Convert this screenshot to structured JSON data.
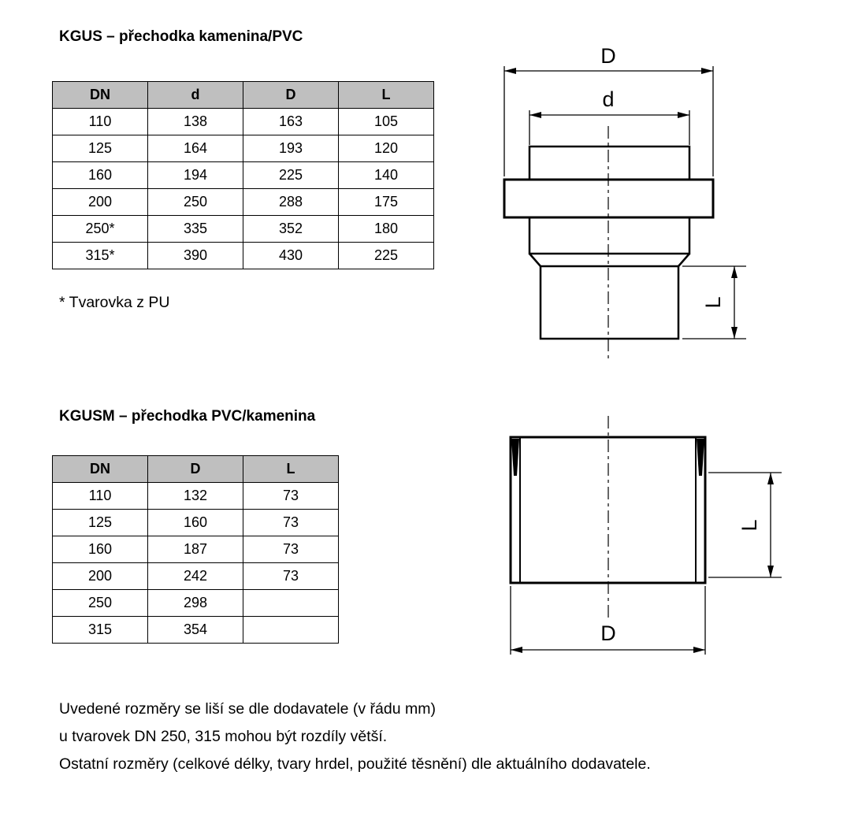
{
  "section1": {
    "title": "KGUS – přechodka kamenina/PVC",
    "table": {
      "headers": [
        "DN",
        "d",
        "D",
        "L"
      ],
      "rows": [
        [
          "110",
          "138",
          "163",
          "105"
        ],
        [
          "125",
          "164",
          "193",
          "120"
        ],
        [
          "160",
          "194",
          "225",
          "140"
        ],
        [
          "200",
          "250",
          "288",
          "175"
        ],
        [
          "250*",
          "335",
          "352",
          "180"
        ],
        [
          "315*",
          "390",
          "430",
          "225"
        ]
      ]
    },
    "note": "* Tvarovka z PU",
    "diagram": {
      "label_D": "D",
      "label_d": "d",
      "label_L": "L"
    }
  },
  "section2": {
    "title": "KGUSM – přechodka PVC/kamenina",
    "table": {
      "headers": [
        "DN",
        "D",
        "L"
      ],
      "rows": [
        [
          "110",
          "132",
          "73"
        ],
        [
          "125",
          "160",
          "73"
        ],
        [
          "160",
          "187",
          "73"
        ],
        [
          "200",
          "242",
          "73"
        ],
        [
          "250",
          "298",
          ""
        ],
        [
          "315",
          "354",
          ""
        ]
      ]
    },
    "diagram": {
      "label_D": "D",
      "label_L": "L"
    }
  },
  "footer": {
    "line1": "Uvedené rozměry se liší se dle dodavatele (v řádu mm)",
    "line2": "u tvarovek DN 250, 315 mohou být rozdíly větší.",
    "line3": "Ostatní rozměry (celkové délky, tvary hrdel, použité těsnění) dle aktuálního dodavatele."
  }
}
